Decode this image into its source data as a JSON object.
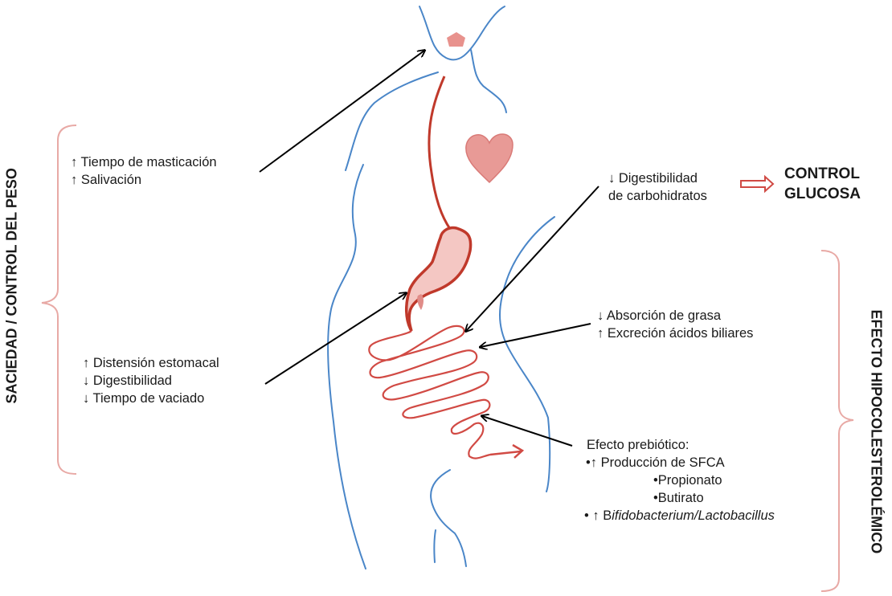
{
  "labels": {
    "chewing": [
      "↑ Tiempo de masticación",
      "↑ Salivación"
    ],
    "stomach": [
      "↑ Distensión estomacal",
      "↓ Digestibilidad",
      "↓ Tiempo de vaciado"
    ],
    "carbs": [
      "↓ Digestibilidad",
      "de carbohidratos"
    ],
    "fat": [
      "↓ Absorción de grasa",
      "↑ Excreción ácidos biliares"
    ],
    "prebiotic": {
      "title": "Efecto prebiótico:",
      "sfca": "•↑ Producción de SFCA",
      "propionate": "•Propionato",
      "butyrate": "•Butirato",
      "bacteria_prefix": "• ↑ B",
      "bacteria_italic": "ifidobacterium/Lactobacillus"
    },
    "glucose_control": [
      "CONTROL",
      "GLUCOSA"
    ],
    "left_bracket": "SACIEDAD / CONTROL DEL PESO",
    "right_bracket": "EFECTO HIPOCOLESTEROLÉMICO"
  },
  "colors": {
    "body_outline": "#4a86c8",
    "organ": "#c0392b",
    "organ_fill": "#f4c7c3",
    "heart_fill": "#e89a96",
    "bracket": "#e8a9a5",
    "arrow": "#000000",
    "glucose_arrow": "#d04a44"
  }
}
